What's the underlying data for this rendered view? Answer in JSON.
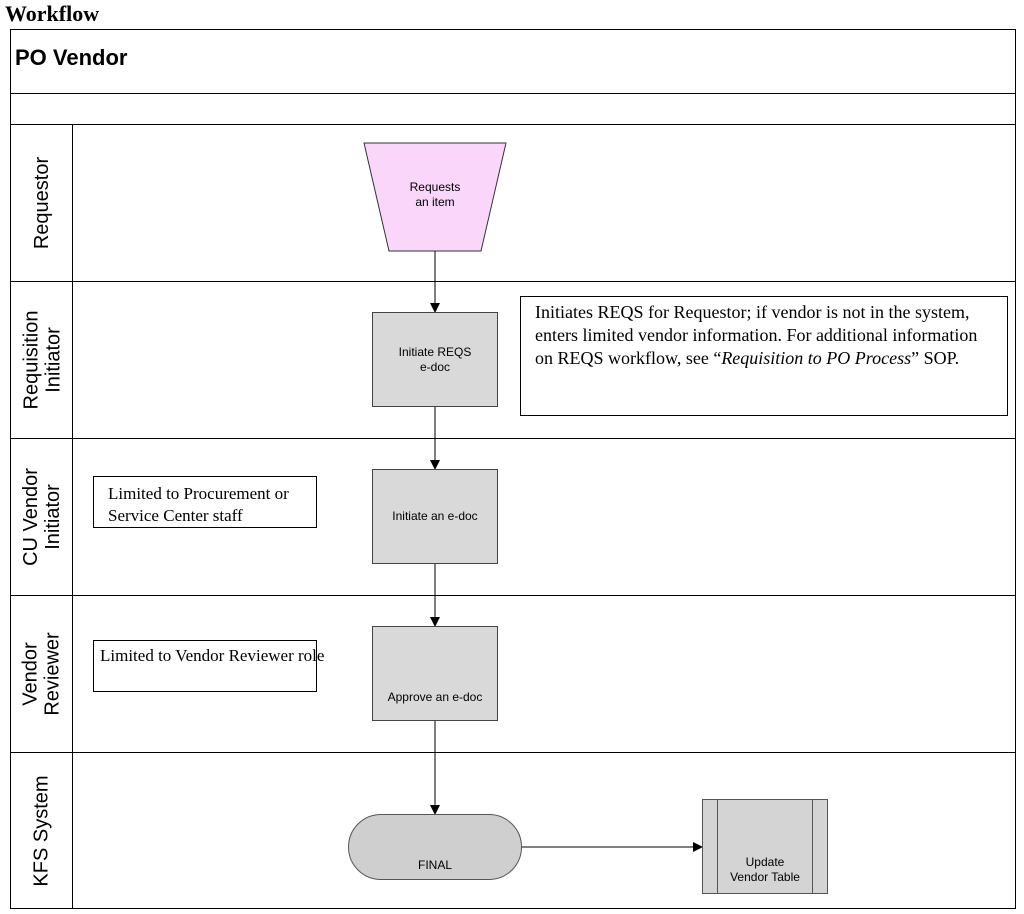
{
  "page": {
    "heading": "Workflow"
  },
  "diagram": {
    "title": "PO Vendor",
    "lanes": [
      {
        "label": "Requestor"
      },
      {
        "label": "Requisition\nInitiator"
      },
      {
        "label": "CU Vendor\nInitiator"
      },
      {
        "label": "Vendor\nReviewer"
      },
      {
        "label": "KFS System"
      }
    ],
    "nodes": {
      "requests_item": "Requests\nan item",
      "initiate_reqs": "Initiate REQS\ne-doc",
      "initiate_edoc": "Initiate an e-doc",
      "approve_edoc": "Approve an e-doc",
      "final": "FINAL",
      "update_vendor_table": "Update\nVendor Table"
    },
    "notes": {
      "reqs_note_line1": "Initiates REQS for Requestor; if vendor is not in the system, enters limited vendor information. For additional information on REQS workflow, see “",
      "reqs_note_italic": "Requisition to PO Process",
      "reqs_note_line2": "” SOP.",
      "procurement_note": "Limited to Procurement or Service Center staff",
      "reviewer_note": "Limited to Vendor Reviewer role"
    },
    "colors": {
      "trapezoid_fill": "#fad7fa",
      "process_fill": "#d9d9d9",
      "terminal_fill": "#cfcfcf"
    }
  }
}
